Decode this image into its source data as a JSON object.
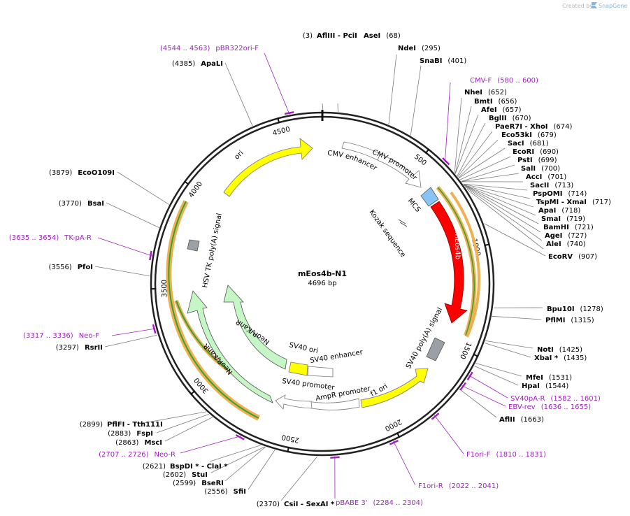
{
  "plasmid": {
    "name": "mEos4b-N1",
    "size_label": "4696 bp",
    "size": 4696
  },
  "credit": {
    "text": "Created by",
    "brand": "SnapGene",
    "icon": "snapgene-logo-icon",
    "brand_color": "#8cb4d8"
  },
  "colors": {
    "primer": "#a020c0",
    "backbone": "#222222"
  },
  "ticks": [
    "500",
    "1000",
    "1500",
    "2000",
    "2500",
    "3000",
    "3500",
    "4000",
    "4500"
  ],
  "enzymes": [
    {
      "name": "AflIII",
      "name2": "PciI",
      "pos": "(3)",
      "site": 3
    },
    {
      "name": "AseI",
      "pos": "(68)",
      "site": 68
    },
    {
      "name": "NdeI",
      "pos": "(295)",
      "site": 295
    },
    {
      "name": "SnaBI",
      "pos": "(401)",
      "site": 401
    },
    {
      "name": "NheI",
      "pos": "(652)",
      "site": 652
    },
    {
      "name": "BmtI",
      "pos": "(656)",
      "site": 656
    },
    {
      "name": "AfeI",
      "pos": "(657)",
      "site": 657
    },
    {
      "name": "BglII",
      "pos": "(670)",
      "site": 670
    },
    {
      "name": "PaeR7I",
      "name2": "XhoI",
      "pos": "(674)",
      "site": 674
    },
    {
      "name": "Eco53kI",
      "pos": "(679)",
      "site": 679
    },
    {
      "name": "SacI",
      "pos": "(681)",
      "site": 681
    },
    {
      "name": "EcoRI",
      "pos": "(690)",
      "site": 690
    },
    {
      "name": "PstI",
      "pos": "(699)",
      "site": 699
    },
    {
      "name": "SalI",
      "pos": "(700)",
      "site": 700
    },
    {
      "name": "AccI",
      "pos": "(701)",
      "site": 701
    },
    {
      "name": "SacII",
      "pos": "(713)",
      "site": 713
    },
    {
      "name": "PspOMI",
      "pos": "(714)",
      "site": 714
    },
    {
      "name": "TspMI",
      "name2": "XmaI",
      "pos": "(717)",
      "site": 717
    },
    {
      "name": "ApaI",
      "pos": "(718)",
      "site": 718
    },
    {
      "name": "SmaI",
      "pos": "(719)",
      "site": 719
    },
    {
      "name": "BamHI",
      "pos": "(721)",
      "site": 721
    },
    {
      "name": "AgeI",
      "pos": "(727)",
      "site": 727
    },
    {
      "name": "AleI",
      "pos": "(740)",
      "site": 740
    },
    {
      "name": "EcoRV",
      "pos": "(907)",
      "site": 907
    },
    {
      "name": "Bpu10I",
      "pos": "(1278)",
      "site": 1278
    },
    {
      "name": "PflMI",
      "pos": "(1315)",
      "site": 1315
    },
    {
      "name": "NotI",
      "pos": "(1425)",
      "site": 1425
    },
    {
      "name": "XbaI *",
      "pos": "(1435)",
      "site": 1435
    },
    {
      "name": "MfeI",
      "pos": "(1531)",
      "site": 1531
    },
    {
      "name": "HpaI",
      "pos": "(1544)",
      "site": 1544
    },
    {
      "name": "AflII",
      "pos": "(1663)",
      "site": 1663
    },
    {
      "name": "CsiI",
      "name2": "SexAI *",
      "pos": "(2370)",
      "site": 2370
    },
    {
      "name": "SfiI",
      "pos": "(2556)",
      "site": 2556
    },
    {
      "name": "BseRI",
      "pos": "(2599)",
      "site": 2599
    },
    {
      "name": "StuI",
      "pos": "(2602)",
      "site": 2602
    },
    {
      "name": "BspDI *",
      "name2": "ClaI *",
      "pos": "(2621)",
      "site": 2621
    },
    {
      "name": "MscI",
      "pos": "(2863)",
      "site": 2863
    },
    {
      "name": "FspI",
      "pos": "(2883)",
      "site": 2883
    },
    {
      "name": "PflFI",
      "name2": "Tth111I",
      "pos": "(2899)",
      "site": 2899
    },
    {
      "name": "RsrII",
      "pos": "(3297)",
      "site": 3297
    },
    {
      "name": "PfoI",
      "pos": "(3556)",
      "site": 3556
    },
    {
      "name": "BsaI",
      "pos": "(3770)",
      "site": 3770
    },
    {
      "name": "EcoO109I",
      "pos": "(3879)",
      "site": 3879
    },
    {
      "name": "ApaLI",
      "pos": "(4385)",
      "site": 4385
    }
  ],
  "primers": [
    {
      "name": "pBR322ori-F",
      "pos": "(4544 .. 4563)",
      "site": 4553
    },
    {
      "name": "CMV-F",
      "pos": "(580 .. 600)",
      "site": 590
    },
    {
      "name": "SV40pA-R",
      "pos": "(1582 .. 1601)",
      "site": 1591
    },
    {
      "name": "EBV-rev",
      "pos": "(1636 .. 1655)",
      "site": 1645
    },
    {
      "name": "F1ori-F",
      "pos": "(1810 .. 1831)",
      "site": 1820
    },
    {
      "name": "F1ori-R",
      "pos": "(2022 .. 2041)",
      "site": 2031
    },
    {
      "name": "pBABE 3'",
      "pos": "(2284 .. 2304)",
      "site": 2294
    },
    {
      "name": "Neo-R",
      "pos": "(2707 .. 2726)",
      "site": 2716
    },
    {
      "name": "Neo-F",
      "pos": "(3317 .. 3336)",
      "site": 3326
    },
    {
      "name": "TK-pA-R",
      "pos": "(3635 .. 3654)",
      "site": 3644
    }
  ],
  "features": [
    {
      "name": "CMV enhancer",
      "color": "#ffffff"
    },
    {
      "name": "CMV promoter",
      "color": "#ffffff"
    },
    {
      "name": "MCS",
      "color": "#87c3f5"
    },
    {
      "name": "Kozak sequence",
      "color": "#ffffff"
    },
    {
      "name": "mEos4b",
      "color": "#ff0000"
    },
    {
      "name": "SV40 poly(A) signal",
      "color": "#9aa0a6"
    },
    {
      "name": "f1 ori",
      "color": "#ffff00"
    },
    {
      "name": "AmpR promoter",
      "color": "#ffffff"
    },
    {
      "name": "SV40 promoter",
      "color": "#ffffff"
    },
    {
      "name": "SV40 enhancer",
      "color": "#ffffff"
    },
    {
      "name": "SV40 ori",
      "color": "#ffff00"
    },
    {
      "name": "NeoR/KanR",
      "color": "#c6f5c6"
    },
    {
      "name": "HSV TK poly(A) signal",
      "color": "#9aa0a6"
    },
    {
      "name": "ori",
      "color": "#ffff00"
    }
  ]
}
